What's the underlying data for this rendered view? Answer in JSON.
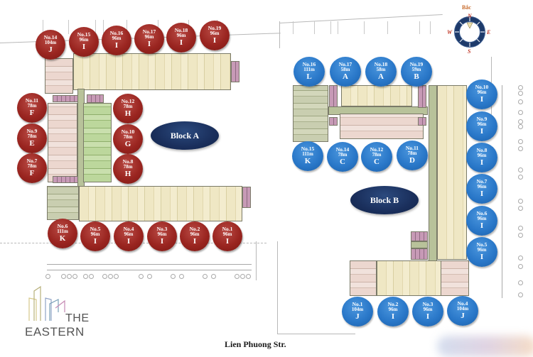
{
  "project": {
    "logo_line1": "THE",
    "logo_line2": "EASTERN"
  },
  "street": "Lien Phuong Str.",
  "compass": {
    "label": "Bắc",
    "n": "N",
    "s": "S",
    "e": "E",
    "w": "W"
  },
  "blocks": [
    {
      "name": "Block A",
      "color": "#9a2520",
      "units": [
        {
          "no": "No.14",
          "area": "104m",
          "type": "J"
        },
        {
          "no": "No.15",
          "area": "96m",
          "type": "I"
        },
        {
          "no": "No.16",
          "area": "96m",
          "type": "I"
        },
        {
          "no": "No.17",
          "area": "96m",
          "type": "I"
        },
        {
          "no": "No.18",
          "area": "96m",
          "type": "I"
        },
        {
          "no": "No.19",
          "area": "96m",
          "type": "I"
        },
        {
          "no": "No.11",
          "area": "78m",
          "type": "F"
        },
        {
          "no": "No.12",
          "area": "78m",
          "type": "H"
        },
        {
          "no": "No.9",
          "area": "78m",
          "type": "E"
        },
        {
          "no": "No.10",
          "area": "78m",
          "type": "G"
        },
        {
          "no": "No.7",
          "area": "78m",
          "type": "F"
        },
        {
          "no": "No.8",
          "area": "78m",
          "type": "H"
        },
        {
          "no": "No.6",
          "area": "111m",
          "type": "K"
        },
        {
          "no": "No.5",
          "area": "96m",
          "type": "I"
        },
        {
          "no": "No.4",
          "area": "96m",
          "type": "I"
        },
        {
          "no": "No.3",
          "area": "96m",
          "type": "I"
        },
        {
          "no": "No.2",
          "area": "96m",
          "type": "I"
        },
        {
          "no": "No.1",
          "area": "96m",
          "type": "I"
        }
      ]
    },
    {
      "name": "Block B",
      "color": "#2a78c9",
      "units": [
        {
          "no": "No.16",
          "area": "111m",
          "type": "L"
        },
        {
          "no": "No.17",
          "area": "58m",
          "type": "A"
        },
        {
          "no": "No.18",
          "area": "58m",
          "type": "A"
        },
        {
          "no": "No.19",
          "area": "59m",
          "type": "B"
        },
        {
          "no": "No.15",
          "area": "111m",
          "type": "K"
        },
        {
          "no": "No.14",
          "area": "78m",
          "type": "C"
        },
        {
          "no": "No.12",
          "area": "78m",
          "type": "C"
        },
        {
          "no": "No.11",
          "area": "78m",
          "type": "D"
        },
        {
          "no": "No.10",
          "area": "96m",
          "type": "I"
        },
        {
          "no": "No.9",
          "area": "96m",
          "type": "I"
        },
        {
          "no": "No.8",
          "area": "96m",
          "type": "I"
        },
        {
          "no": "No.7",
          "area": "96m",
          "type": "I"
        },
        {
          "no": "No.6",
          "area": "96m",
          "type": "I"
        },
        {
          "no": "No.5",
          "area": "96m",
          "type": "I"
        },
        {
          "no": "No.1",
          "area": "104m",
          "type": "J"
        },
        {
          "no": "No.2",
          "area": "96m",
          "type": "I"
        },
        {
          "no": "No.3",
          "area": "96m",
          "type": "I"
        },
        {
          "no": "No.4",
          "area": "104m",
          "type": "J"
        }
      ]
    }
  ]
}
